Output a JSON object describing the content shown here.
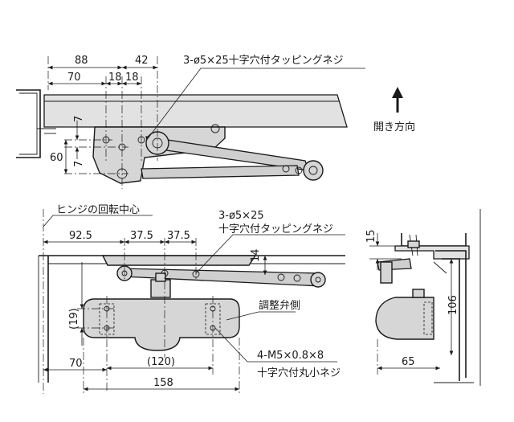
{
  "top_view": {
    "dim_88": "88",
    "dim_42": "42",
    "dim_70": "70",
    "dim_18a": "18",
    "dim_18b": "18",
    "dim_7a": "7",
    "dim_7b": "7",
    "dim_60": "60",
    "screw_note": "3-ø5×25十字穴付タッピングネジ",
    "open_direction": "開き方向"
  },
  "front_view": {
    "hinge_center": "ヒンジの回転中心",
    "dim_92_5": "92.5",
    "dim_37_5a": "37.5",
    "dim_37_5b": "37.5",
    "screw_note_line1": "3-ø5×25",
    "screw_note_line2": "十字穴付タッピングネジ",
    "dim_14": "14",
    "dim_19": "(19)",
    "adjust_valve_side": "調整弁側",
    "dim_120": "(120)",
    "dim_70": "70",
    "dim_158": "158",
    "mount_screw_line1": "4-M5×0.8×8",
    "mount_screw_line2": "十字穴付丸小ネジ"
  },
  "side_view": {
    "dim_15": "15",
    "dim_106": "106",
    "dim_65": "65"
  }
}
